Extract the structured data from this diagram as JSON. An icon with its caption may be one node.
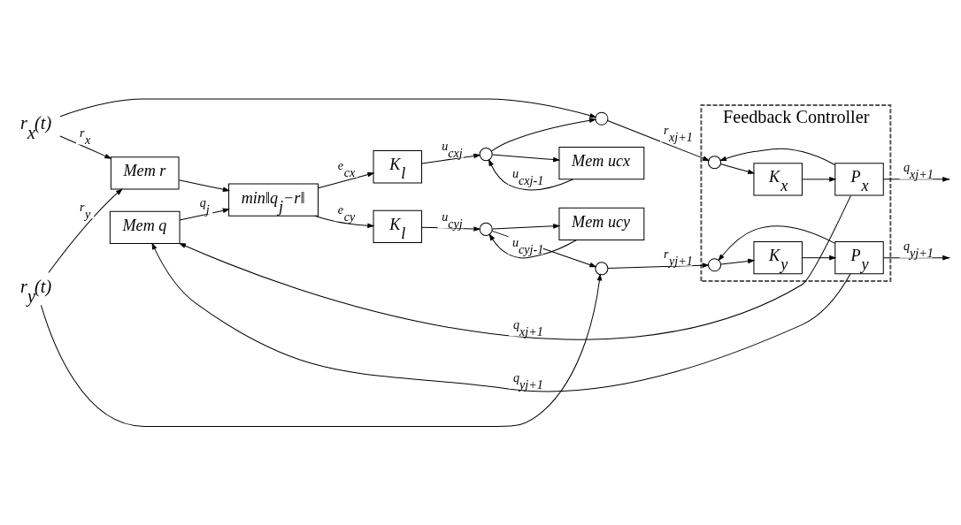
{
  "diagram": {
    "nodes": [
      {
        "text": [
          "r$_{x}$(t)"
        ]
      },
      {
        "text": [
          "r$_{y}$(t)"
        ]
      },
      {
        "text": [],
        "shape": "circle"
      },
      {
        "text": [],
        "shape": "circle"
      },
      {
        "text": [
          "Mem ucx"
        ]
      },
      {
        "text": [
          "K$_{l}$"
        ]
      },
      {
        "text": [
          "Mem r"
        ]
      },
      {
        "text": [
          "min‖q$_{j}$−r‖"
        ]
      },
      {
        "text": [
          "Mem q"
        ]
      },
      {
        "text": [
          "K$_{l}$"
        ]
      },
      {
        "text": [],
        "shape": "circle"
      },
      {
        "text": [
          "Mem ucy"
        ]
      },
      {
        "text": [],
        "shape": "circle"
      },
      {
        "text": [
          "Feedback Controller"
        ]
      },
      {
        "text": [],
        "shape": "circle",
        "in": 13
      },
      {
        "text": [
          "K$_{x}$"
        ],
        "in": 13
      },
      {
        "text": [
          "P$_{x}$"
        ],
        "in": 13
      },
      {
        "text": [],
        "shape": "circle",
        "in": 13
      },
      {
        "text": [
          "K$_{y}$"
        ],
        "in": 13
      },
      {
        "text": [
          "P$_{y}$"
        ],
        "in": 13
      }
    ],
    "edges": [
      {
        "from": 0,
        "to": 2,
        "arrow": "to"
      },
      {
        "from": 0,
        "to": 6,
        "arrow": "to",
        "label": "r$_{x}$"
      },
      {
        "from": 1,
        "to": 12,
        "arrow": "to"
      },
      {
        "from": 1,
        "to": 6,
        "arrow": "to",
        "label": "r$_{y}$"
      },
      {
        "from": 6,
        "to": 7,
        "arrow": "to"
      },
      {
        "from": 8,
        "to": 7,
        "arrow": "to",
        "label": "q$_{j}$"
      },
      {
        "from": 7,
        "to": 5,
        "arrow": "to",
        "label": "e$_{cx}$"
      },
      {
        "from": 5,
        "to": 3,
        "arrow": "to",
        "label": "u$_{cxj}$"
      },
      {
        "from": 3,
        "to": 2,
        "arrow": "to"
      },
      {
        "from": 3,
        "to": 4,
        "arrow": "to"
      },
      {
        "from": 4,
        "to": 3,
        "arrow": "to",
        "label": "u$_{cxj-1}$"
      },
      {
        "from": 7,
        "to": 9,
        "arrow": "to",
        "label": "e$_{cy}$"
      },
      {
        "from": 9,
        "to": 10,
        "arrow": "to",
        "label": "u$_{cyj}$"
      },
      {
        "from": 10,
        "to": 12,
        "arrow": "to"
      },
      {
        "from": 10,
        "to": 11,
        "arrow": "to"
      },
      {
        "from": 11,
        "to": 10,
        "arrow": "to",
        "label": "u$_{cyj-1}$"
      },
      {
        "from": 2,
        "to": 14,
        "arrow": "to",
        "label": "r$_{xj+1}$"
      },
      {
        "from": 14,
        "to": 15,
        "arrow": "to"
      },
      {
        "from": 15,
        "to": 16,
        "arrow": "to"
      },
      {
        "from": 16,
        "to": 14,
        "arrow": "to"
      },
      {
        "from": 16,
        "to": 8,
        "arrow": "to",
        "label": "q$_{xj+1}$"
      },
      {
        "from": 16,
        "to": null,
        "arrow": "to",
        "label": "q$_{xj+1}$"
      },
      {
        "from": 12,
        "to": 17,
        "arrow": "to",
        "label": "r$_{yj+1}$"
      },
      {
        "from": 17,
        "to": 18,
        "arrow": "to"
      },
      {
        "from": 18,
        "to": 19,
        "arrow": "to"
      },
      {
        "from": 19,
        "to": 17,
        "arrow": "to"
      },
      {
        "from": 19,
        "to": 8,
        "arrow": "to",
        "label": "q$_{yj+1}$"
      },
      {
        "from": 19,
        "to": null,
        "arrow": "to",
        "label": "q$_{yj+1}$"
      }
    ]
  }
}
